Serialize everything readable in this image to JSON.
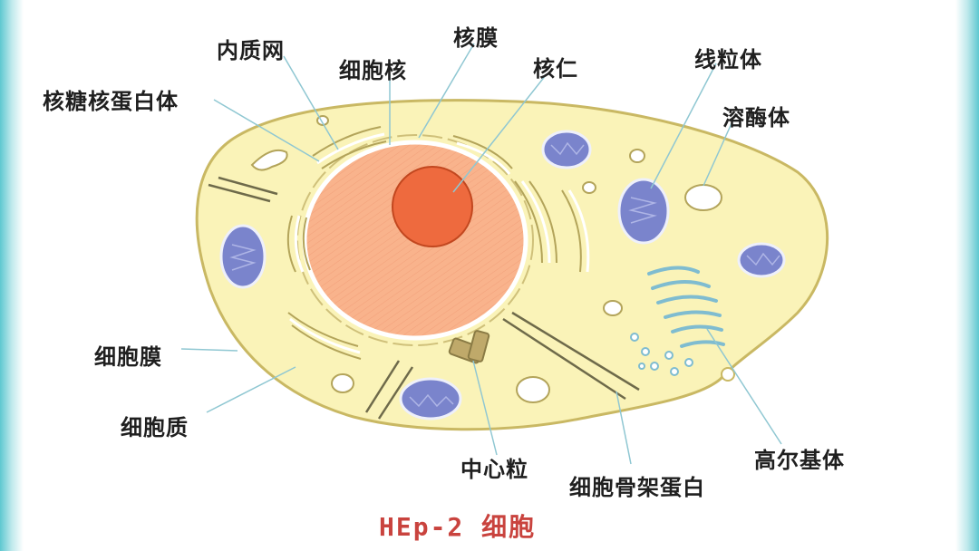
{
  "labels": {
    "endoplasmic_reticulum": "内质网",
    "nuclear_membrane": "核膜",
    "nucleus": "细胞核",
    "nucleolus": "核仁",
    "mitochondria": "线粒体",
    "ribonucleoprotein": "核糖核蛋白体",
    "lysosome": "溶酶体",
    "cell_membrane": "细胞膜",
    "cytoplasm": "细胞质",
    "centriole": "中心粒",
    "cytoskeleton_protein": "细胞骨架蛋白",
    "golgi": "高尔基体"
  },
  "caption": "HEp-2 细胞",
  "colors": {
    "cytoplasm": "#faf3b8",
    "membrane": "#c9b863",
    "nucleus": "#f9b38c",
    "nucleolus": "#ee6a3e",
    "mitochondria": "#7a84cc",
    "golgi": "#a6d6e2",
    "caption": "#c9433e",
    "leader_line": "#8fc7d2"
  }
}
